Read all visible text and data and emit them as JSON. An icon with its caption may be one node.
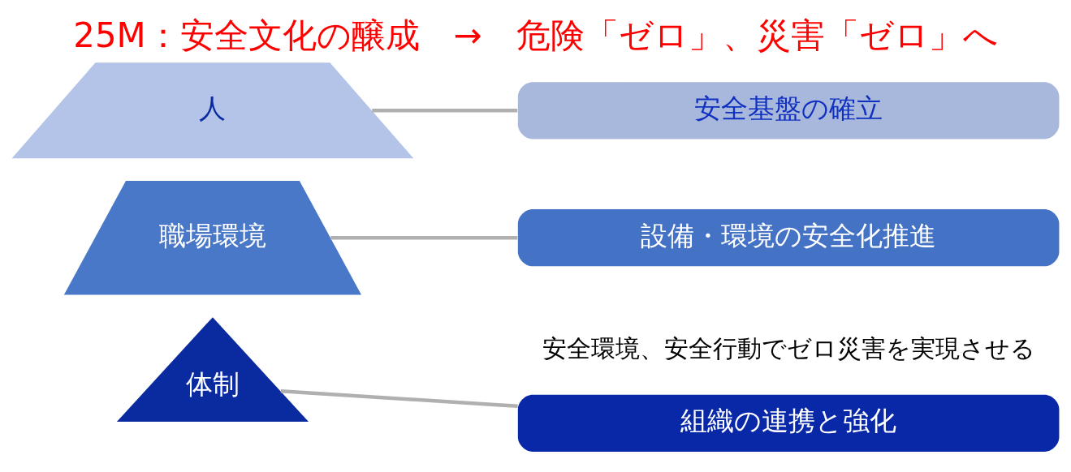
{
  "diagram": {
    "title": "25M：安全文化の醸成　→　危険「ゼロ」、災害「ゼロ」へ",
    "nodes": [
      {
        "text": [
          "体制"
        ]
      },
      {
        "text": [
          "職場環境"
        ]
      },
      {
        "text": [
          "人"
        ]
      },
      {
        "text": [
          "組織の連携と強化"
        ]
      },
      {
        "text": [
          "設備・環境の安全化推進"
        ]
      },
      {
        "text": [
          "安全基盤の確立"
        ]
      }
    ],
    "edges": [
      {
        "from": 0,
        "to": 3,
        "arrow": "none"
      },
      {
        "from": 1,
        "to": 4,
        "arrow": "none"
      },
      {
        "from": 2,
        "to": 5,
        "arrow": "none"
      }
    ],
    "labels": [
      "安全環境、安全行動でゼロ災害を実現させる"
    ]
  }
}
